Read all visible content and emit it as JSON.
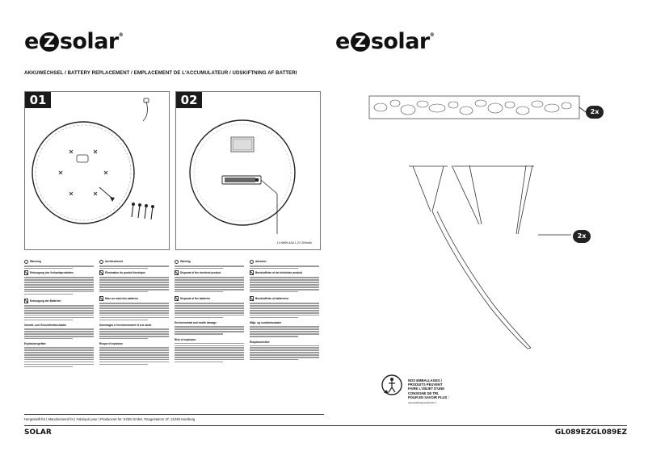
{
  "brand": {
    "prefix": "e",
    "z": "Z",
    "suffix": "solar",
    "reg": "®"
  },
  "heading": "AKKUWECHSEL / BATTERY REPLACEMENT / EMPLACEMENT DE L'ACCUMULATEUR / UDSKIFTNING AF BATTERI",
  "steps": [
    "01",
    "02"
  ],
  "battery_spec": "1x NiMH AAA 1,2V 300mAh",
  "info": {
    "columns": [
      {
        "warning": "Warnung",
        "sections": [
          "Entsorgung des Verkaufsproduktes",
          "Entsorgung der Batterien",
          "Umwelt- und Gesundheitsschäden",
          "Explosionsgefahr"
        ]
      },
      {
        "warning": "Avertissement",
        "sections": [
          "Élimination du produit électrique",
          "Mise au rebut des batteries",
          "Dommages à l'environnement et à la santé",
          "Risque d'explosion"
        ]
      },
      {
        "warning": "Warning",
        "sections": [
          "Disposal of the electrical product",
          "Disposal of the batteries",
          "Environmental and health damage",
          "Risk of explosion"
        ]
      },
      {
        "warning": "Advarsel",
        "sections": [
          "Bortskaffelse af det elektriske produkt",
          "Bortskaffelse af batterierne",
          "Miljø- og sundhedsskader",
          "Eksplosionsfare"
        ]
      }
    ]
  },
  "manufacturer": "Hergestellt für | Manufactured for | Fabriqué pour | Produceret for: KODi GmbH, Pangestamm 37, 21035 Hamburg",
  "model_left": "SOLAR",
  "model_right": "GL089EZGL089EZ",
  "quantities": [
    "2x",
    "2x"
  ],
  "recycle": {
    "line1": "NOS EMBALLAGES /",
    "line2": "PRODUITS PEUVENT",
    "line3": "FAIRE L'OBJET D'UNE",
    "line4": "CONSIGNE DE TRI.",
    "line5": "POUR EN SAVOIR PLUS :",
    "url": "www.quefairedemesdechets.fr"
  }
}
